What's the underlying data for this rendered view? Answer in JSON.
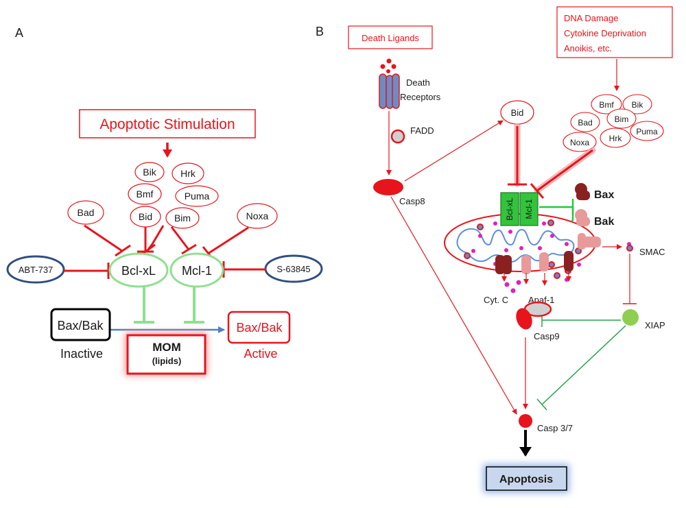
{
  "panel_a": {
    "letter": "A",
    "stimulus": "Apoptotic Stimulation",
    "bh3": {
      "bik": "Bik",
      "hrk": "Hrk",
      "bmf": "Bmf",
      "puma": "Puma",
      "bid": "Bid",
      "bim": "Bim",
      "bad": "Bad",
      "noxa": "Noxa"
    },
    "inhibitors": {
      "left": "ABT-737",
      "right": "S-63845"
    },
    "anti_apoptotic": {
      "bclxl": "Bcl-xL",
      "mcl1": "Mcl-1"
    },
    "baxbak_inactive": "Bax/Bak",
    "inactive_caption": "Inactive",
    "mom_title": "MOM",
    "mom_sub": "(lipids)",
    "baxbak_active": "Bax/Bak",
    "active_caption": "Active"
  },
  "panel_b": {
    "letter": "B",
    "death_ligands": "Death Ligands",
    "death_receptors_line1": "Death",
    "death_receptors_line2": "Receptors",
    "fadd": "FADD",
    "casp8": "Casp8",
    "bid": "Bid",
    "stress_lines": [
      "DNA Damage",
      "Cytokine Deprivation",
      "Anoikis, etc."
    ],
    "bh3": {
      "bmf": "Bmf",
      "bik": "Bik",
      "bad": "Bad",
      "bim": "Bim",
      "puma": "Puma",
      "noxa": "Noxa",
      "hrk": "Hrk"
    },
    "bclxl": "Bcl-xL",
    "mcl1": "Mcl-1",
    "bax": "Bax",
    "bak": "Bak",
    "smac": "SMAC",
    "xiap": "XIAP",
    "cytc": "Cyt. C",
    "apaf1": "Apaf-1",
    "casp9": "Casp9",
    "casp37": "Casp 3/7",
    "apoptosis": "Apoptosis"
  },
  "colors": {
    "red": "#e8141c",
    "green": "#22a34a",
    "light_green": "#8ee08e",
    "navy": "#2f4f80",
    "blue_arrow": "#4f7fc4",
    "dark_red": "#8b2020",
    "pink": "#e89a9a",
    "magenta": "#e020c0",
    "xiap_green": "#8fcf50",
    "apoptosis_bg": "#c9d7ee"
  }
}
